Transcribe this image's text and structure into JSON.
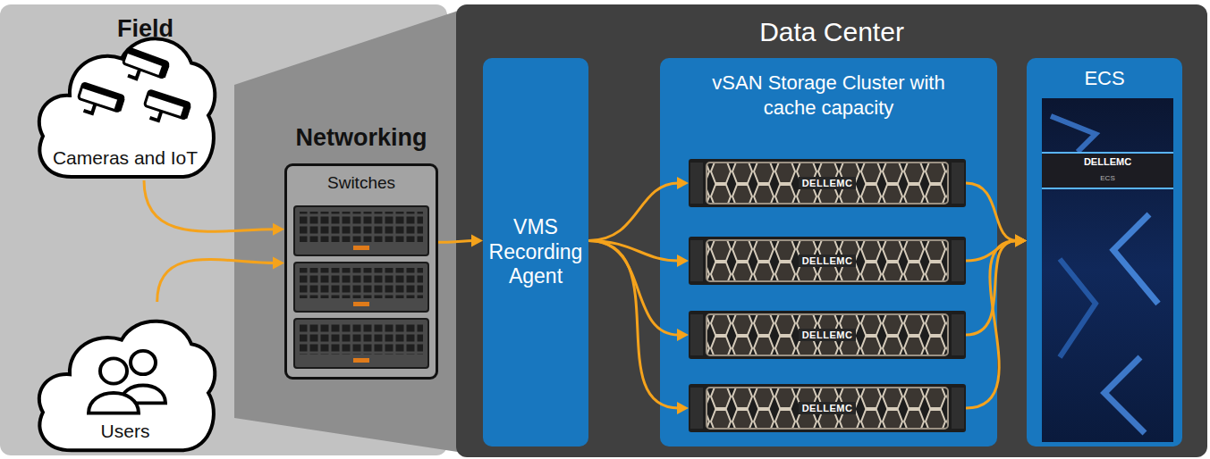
{
  "diagram": {
    "nodes": [
      {
        "text": [
          "Field"
        ]
      },
      {
        "text": [
          "Cameras and IoT"
        ],
        "in": 0
      },
      {
        "text": [
          "Users"
        ],
        "in": 0
      },
      {
        "text": [
          "Networking",
          "Switches"
        ]
      },
      {
        "text": [
          "Data Center"
        ]
      },
      {
        "text": [
          "VMS Recording Agent"
        ],
        "in": 4
      },
      {
        "text": [
          "vSAN Storage Cluster with cache capacity"
        ],
        "in": 4
      },
      {
        "text": [
          "DELLEMC"
        ],
        "in": 6
      },
      {
        "text": [
          "DELLEMC"
        ],
        "in": 6
      },
      {
        "text": [
          "DELLEMC"
        ],
        "in": 6
      },
      {
        "text": [
          "DELLEMC"
        ],
        "in": 6
      },
      {
        "text": [
          "ECS"
        ],
        "in": 4
      }
    ],
    "edges": [
      {
        "from": 1,
        "to": 3,
        "arrow": "to"
      },
      {
        "from": 2,
        "to": 3,
        "arrow": "to"
      },
      {
        "from": 3,
        "to": 5,
        "arrow": "to"
      },
      {
        "from": 5,
        "to": 7,
        "arrow": "to"
      },
      {
        "from": 5,
        "to": 8,
        "arrow": "to"
      },
      {
        "from": 5,
        "to": 9,
        "arrow": "to"
      },
      {
        "from": 5,
        "to": 10,
        "arrow": "to"
      },
      {
        "from": 7,
        "to": 11,
        "arrow": "to"
      },
      {
        "from": 8,
        "to": 11,
        "arrow": "to"
      },
      {
        "from": 9,
        "to": 11,
        "arrow": "to"
      },
      {
        "from": 10,
        "to": 11,
        "arrow": "to"
      }
    ],
    "labels": [
      "DELLEMC",
      "ECS"
    ]
  }
}
